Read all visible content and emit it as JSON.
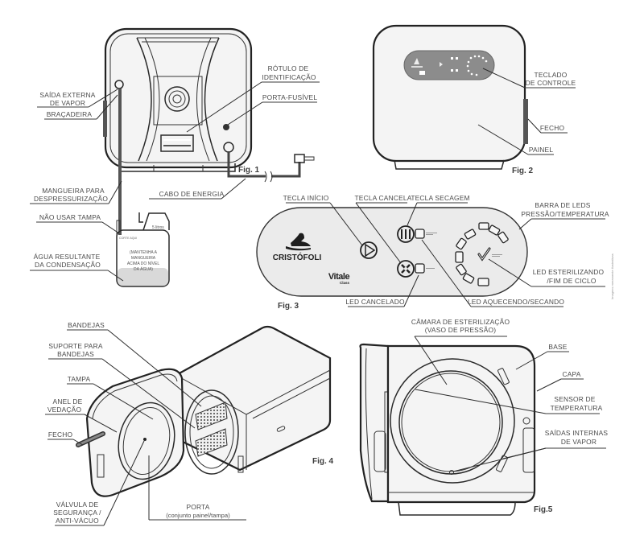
{
  "document": {
    "type": "autoclave components diagram",
    "language": "pt-BR"
  },
  "figures": {
    "fig1": {
      "caption": "Fig. 1",
      "labels": {
        "saida_externa": [
          "SAÍDA EXTERNA",
          "DE VAPOR"
        ],
        "bracadeira": "BRAÇADEIRA",
        "rotulo": [
          "RÓTULO DE",
          "IDENTIFICAÇÃO"
        ],
        "porta_fusivel": "PORTA-FUSÍVEL",
        "mangueira": [
          "MANGUEIRA PARA",
          "DESPRESSURIZAÇÃO"
        ],
        "cabo": "CABO DE ENERGIA",
        "nao_usar_tampa": "NÃO USAR TAMPA",
        "agua": [
          "ÁGUA RESULTANTE",
          "DA CONDENSAÇÃO"
        ]
      },
      "jug": {
        "capacity": "5 litros",
        "cut_note": "CORTE AQUI",
        "note": [
          "(MANTENHA A",
          "MANGUEIRA",
          "ACIMA DO NÍVEL",
          "DA ÁGUA)"
        ]
      }
    },
    "fig2": {
      "caption": "Fig. 2",
      "labels": {
        "teclado": [
          "TECLADO",
          "DE CONTROLE"
        ],
        "fecho": "FECHO",
        "painel": "PAINEL"
      }
    },
    "fig3": {
      "caption": "Fig. 3",
      "brand": "CRISTÓFOLI",
      "model": "Vitale",
      "model_sub": "Class",
      "labels": {
        "tecla_inicio": "TECLA INÍCIO",
        "tecla_cancela": "TECLA CANCELA",
        "tecla_secagem": "TECLA SECAGEM",
        "barra_leds": [
          "BARRA DE LEDS",
          "PRESSÃO/TEMPERATURA"
        ],
        "led_esterilizando": [
          "LED ESTERILIZANDO",
          "/FIM DE CICLO"
        ],
        "led_cancelado": "LED CANCELADO",
        "led_aquecendo": "LED AQUECENDO/SECANDO"
      },
      "vertical_note": "Imagens meramente ilustrativas"
    },
    "fig4": {
      "caption": "Fig. 4",
      "labels": {
        "bandejas": "BANDEJAS",
        "suporte": [
          "SUPORTE PARA",
          "BANDEJAS"
        ],
        "tampa": "TAMPA",
        "anel": [
          "ANEL DE",
          "VEDAÇÃO"
        ],
        "fecho": "FECHO",
        "valvula": [
          "VÁLVULA DE",
          "SEGURANÇA /",
          "ANTI-VÁCUO"
        ],
        "porta": [
          "PORTA",
          "(conjunto painel/tampa)"
        ]
      }
    },
    "fig5": {
      "caption": "Fig.5",
      "labels": {
        "camara": [
          "CÂMARA DE ESTERILIZAÇÃO",
          "(VASO DE PRESSÃO)"
        ],
        "base": "BASE",
        "capa": "CAPA",
        "sensor": [
          "SENSOR DE",
          "TEMPERATURA"
        ],
        "saidas": [
          "SAÍDAS INTERNAS",
          "DE VAPOR"
        ]
      }
    }
  }
}
